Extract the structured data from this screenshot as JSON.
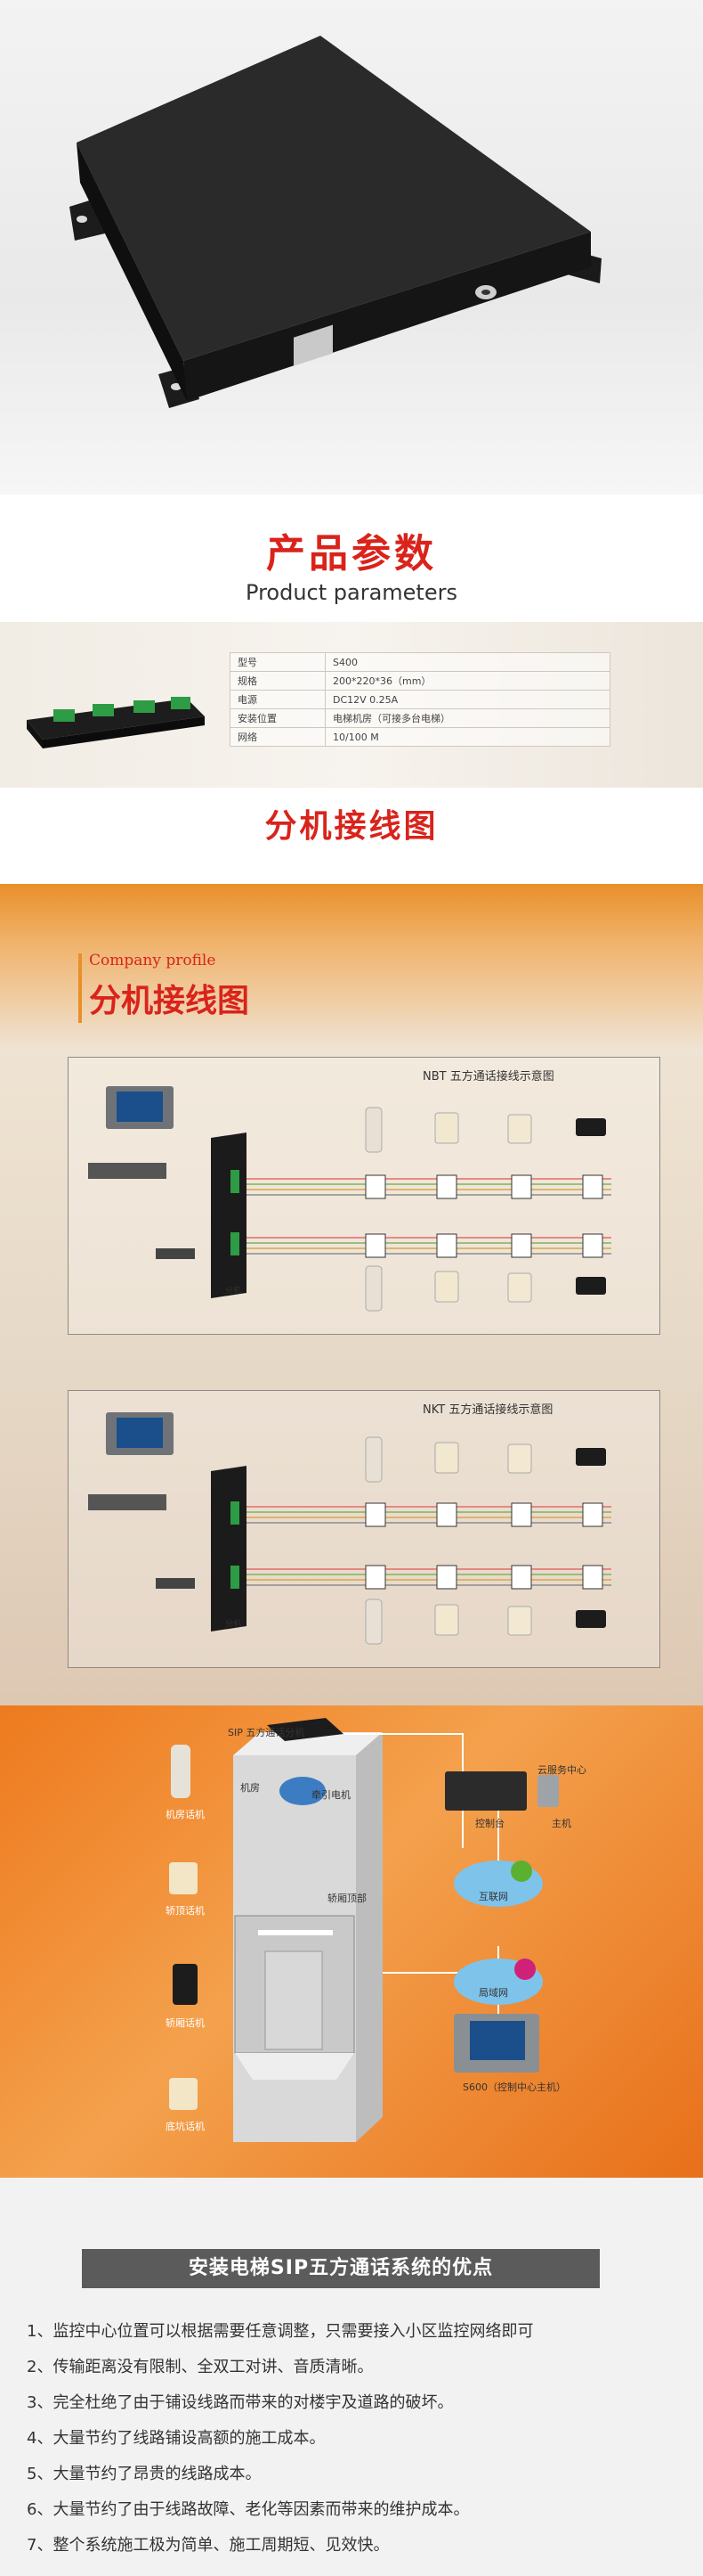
{
  "params": {
    "title_cn": "产品参数",
    "title_en": "Product parameters",
    "rows": [
      {
        "key": "型号",
        "value": "S400"
      },
      {
        "key": "规格",
        "value": "200*220*36（mm）"
      },
      {
        "key": "电源",
        "value": "DC12V   0.25A"
      },
      {
        "key": "安装位置",
        "value": "电梯机房（可接多台电梯）"
      },
      {
        "key": "网络",
        "value": "10/100 M"
      }
    ]
  },
  "wiring": {
    "title": "分机接线图",
    "company_en": "Company profile",
    "company_cn": "分机接线图",
    "nbt_title": "NBT 五方通话接线示意图",
    "nkt_title": "NKT 五方通话接线示意图",
    "unit_label": "分机"
  },
  "sip": {
    "unit_label": "SIP 五方通话分机",
    "machine_room": "机房",
    "traction": "牵引电机",
    "car_top": "轿厢顶部",
    "cloud_center": "云服务中心",
    "console": "控制台",
    "host": "主机",
    "internet": "互联网",
    "lan": "局域网",
    "s600": "S600（控制中心主机）",
    "machine_phone": "机房话机",
    "car_top_phone": "轿顶话机",
    "car_phone": "轿厢话机",
    "pit_phone": "底坑话机"
  },
  "advantages": {
    "title": "安装电梯SIP五方通话系统的优点",
    "items": [
      "1、监控中心位置可以根据需要任意调整，只需要接入小区监控网络即可",
      "2、传输距离没有限制、全双工对讲、音质清晰。",
      "3、完全杜绝了由于铺设线路而带来的对楼宇及道路的破坏。",
      "4、大量节约了线路铺设高额的施工成本。",
      "5、大量节约了昂贵的线路成本。",
      "6、大量节约了由于线路故障、老化等因素而带来的维护成本。",
      "7、整个系统施工极为简单、施工周期短、见效快。"
    ]
  },
  "colors": {
    "accent_red": "#d9231b",
    "orange": "#ee7a1e"
  }
}
